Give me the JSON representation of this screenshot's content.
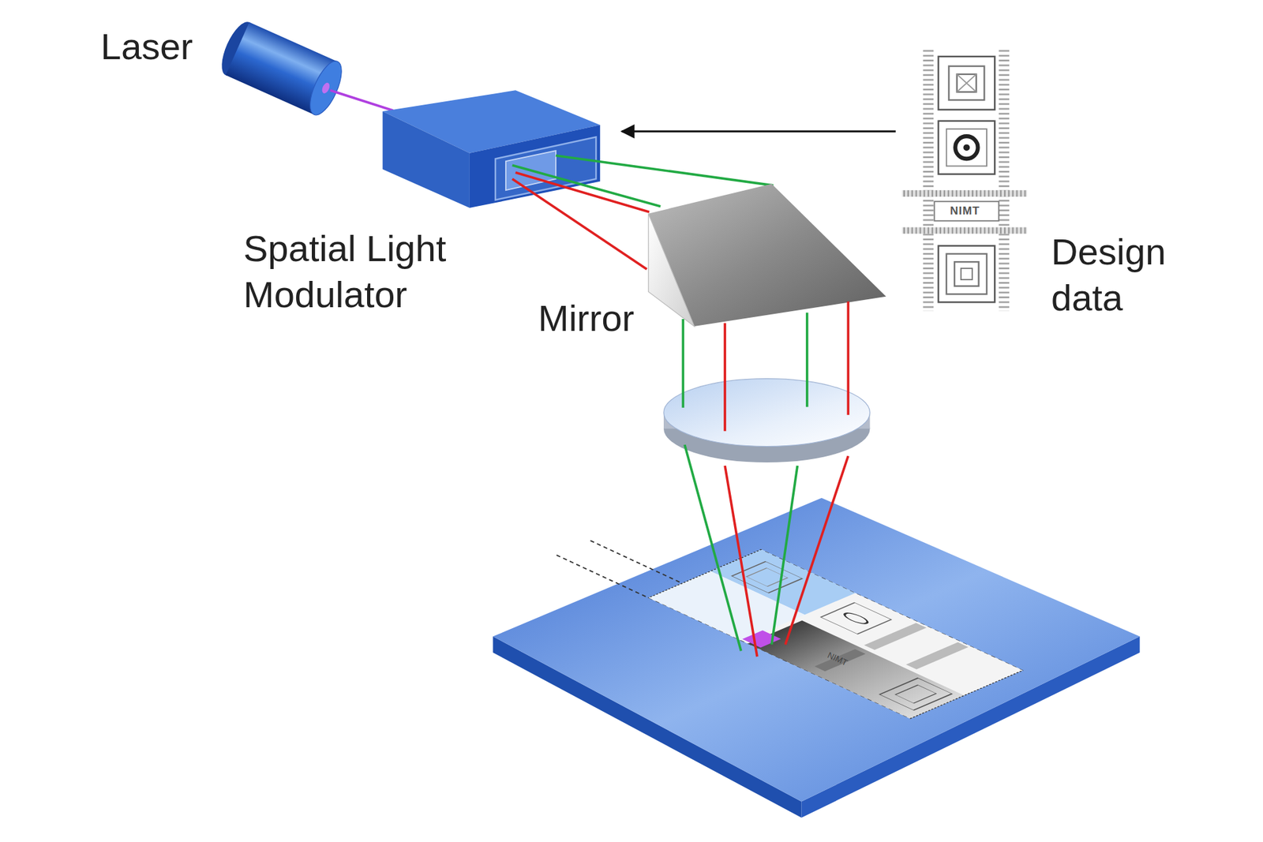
{
  "diagram": {
    "labels": [
      "Laser",
      "Spatial Light Modulator",
      "Mirror",
      "Design data",
      "NIMT",
      "NIMT"
    ]
  }
}
